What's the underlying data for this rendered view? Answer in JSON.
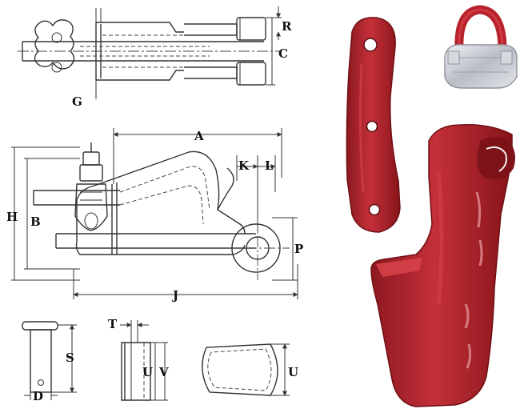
{
  "labels": {
    "R": "R",
    "C": "C",
    "G": "G",
    "A": "A",
    "K": "K",
    "L": "L",
    "H": "H",
    "B": "B",
    "P": "P",
    "J": "J",
    "T": "T",
    "S": "S",
    "U_side": "U",
    "V": "V",
    "U_wedge": "U",
    "D": "D"
  },
  "colors": {
    "socket_red": "#b8222c",
    "socket_shadow": "#7e1219",
    "socket_highlight": "#d9434a",
    "clip_silver": "#c9ccd2",
    "line": "#333333"
  }
}
